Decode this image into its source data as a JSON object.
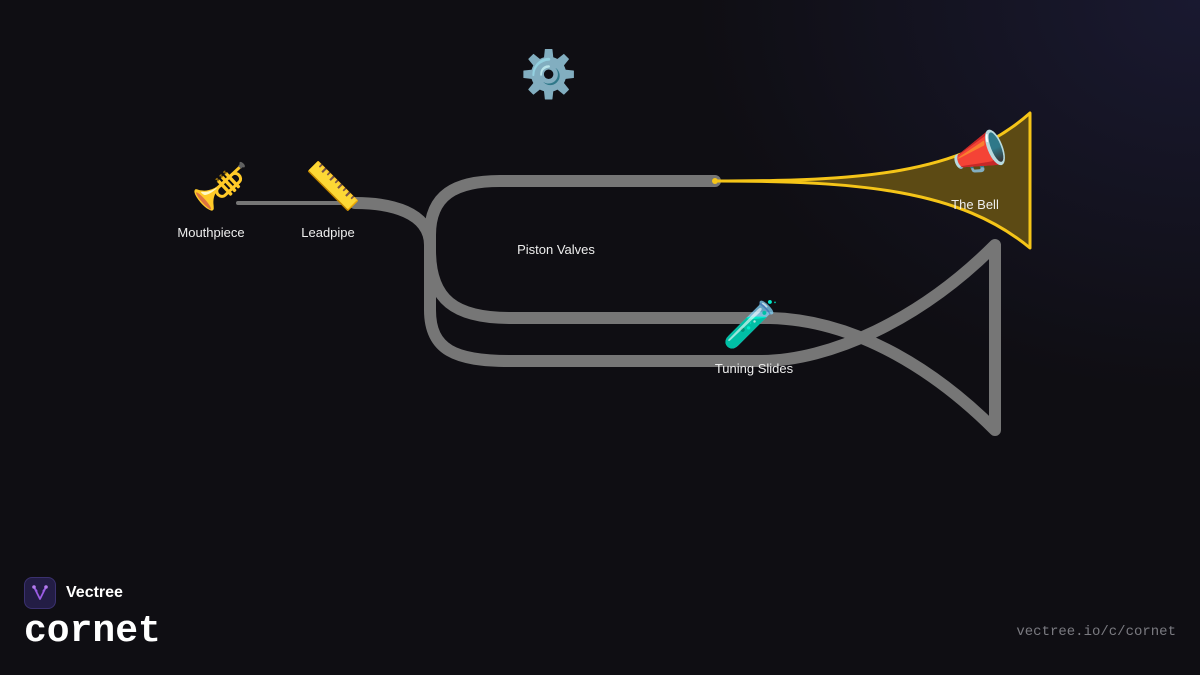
{
  "diagram": {
    "parts": [
      {
        "id": "mouthpiece",
        "label": "Mouthpiece",
        "icon": "trumpet-icon",
        "glyph": "🎺"
      },
      {
        "id": "leadpipe",
        "label": "Leadpipe",
        "icon": "ruler-icon",
        "glyph": "📏"
      },
      {
        "id": "piston-valves",
        "label": "Piston Valves",
        "icon": "gear-icon",
        "glyph": "⚙️"
      },
      {
        "id": "tuning-slides",
        "label": "Tuning Slides",
        "icon": "test-tube-icon",
        "glyph": "🧪"
      },
      {
        "id": "bell",
        "label": "The Bell",
        "icon": "megaphone-icon",
        "glyph": "📣"
      }
    ],
    "highlighted_part": "bell",
    "colors": {
      "tubing": "#767676",
      "highlight": "#f5c518",
      "highlight_fill": "#5c4a14"
    }
  },
  "brand": {
    "name": "Vectree",
    "logo_icon": "vectree-logo-icon",
    "logo_color": "#9b5de5"
  },
  "title": "cornet",
  "url": "vectree.io/c/cornet"
}
